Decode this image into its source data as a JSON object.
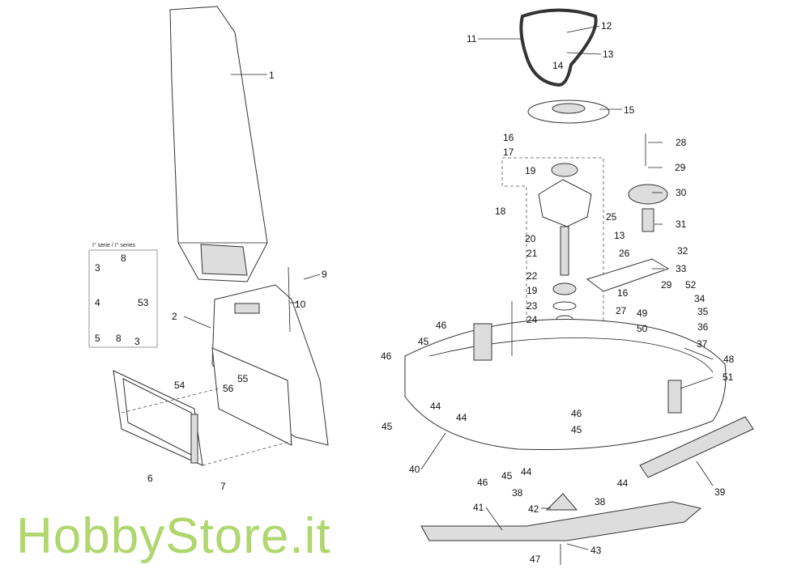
{
  "inset_title": "I° serie / I° series",
  "watermark": "HobbyStore.it",
  "labels": {
    "l1": "1",
    "l2": "2",
    "l3a": "3",
    "l8a": "8",
    "l4": "4",
    "l53": "53",
    "l5": "5",
    "l8b": "8",
    "l3b": "3",
    "l9": "9",
    "l10": "10",
    "l54": "54",
    "l55": "55",
    "l56": "56",
    "l6": "6",
    "l7": "7",
    "l11": "11",
    "l12": "12",
    "l13a": "13",
    "l14": "14",
    "l15": "15",
    "l16a": "16",
    "l17": "17",
    "l19a": "19",
    "l18": "18",
    "l20": "20",
    "l21": "21",
    "l22": "22",
    "l19b": "19",
    "l23": "23",
    "l24": "24",
    "l25": "25",
    "l13b": "13",
    "l26": "26",
    "l33": "33",
    "l16b": "16",
    "l29a": "29",
    "l27": "27",
    "l28": "28",
    "l29b": "29",
    "l30": "30",
    "l31": "31",
    "l32": "32",
    "l52": "52",
    "l34": "34",
    "l49": "49",
    "l35": "35",
    "l50": "50",
    "l36": "36",
    "l37": "37",
    "l48": "48",
    "l51": "51",
    "l46a": "46",
    "l45a": "45",
    "l46b": "46",
    "l45b": "45",
    "l44a": "44",
    "l44b": "44",
    "l46c": "46",
    "l45c": "45",
    "l40": "40",
    "l45d": "45",
    "l44c": "44",
    "l46d": "46",
    "l44d": "44",
    "l38a": "38",
    "l38b": "38",
    "l39": "39",
    "l41": "41",
    "l42": "42",
    "l43": "43",
    "l47": "47"
  }
}
